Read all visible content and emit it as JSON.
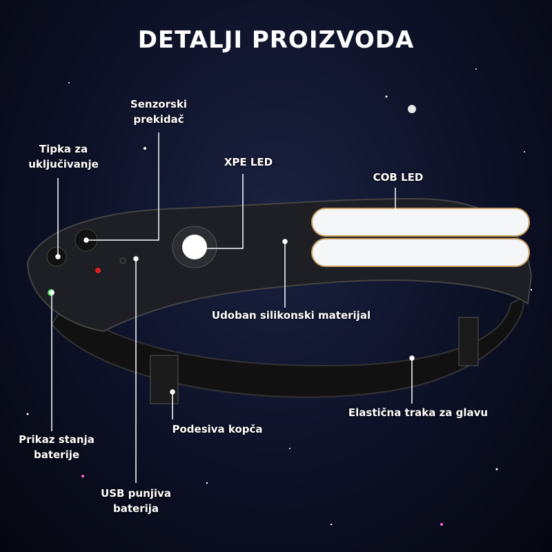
{
  "title": "DETALJI PROIZVODA",
  "labels": {
    "sensor_switch": [
      "Senzorski",
      "prekidač"
    ],
    "power_button": [
      "Tipka za",
      "uključivanje"
    ],
    "xpe_led": "XPE LED",
    "cob_led": "COB LED",
    "silicone": "Udoban silikonski materijal",
    "elastic_band": "Elastična traka za glavu",
    "buckle": "Podesiva kopča",
    "battery_indicator": [
      "Prikaz stanja",
      "baterije"
    ],
    "usb_battery": [
      "USB punjiva",
      "baterija"
    ]
  },
  "colors": {
    "background": "#0a0d1c",
    "text": "#ffffff",
    "led": "#f4f6f8",
    "indicator": "#3ddc4a"
  }
}
